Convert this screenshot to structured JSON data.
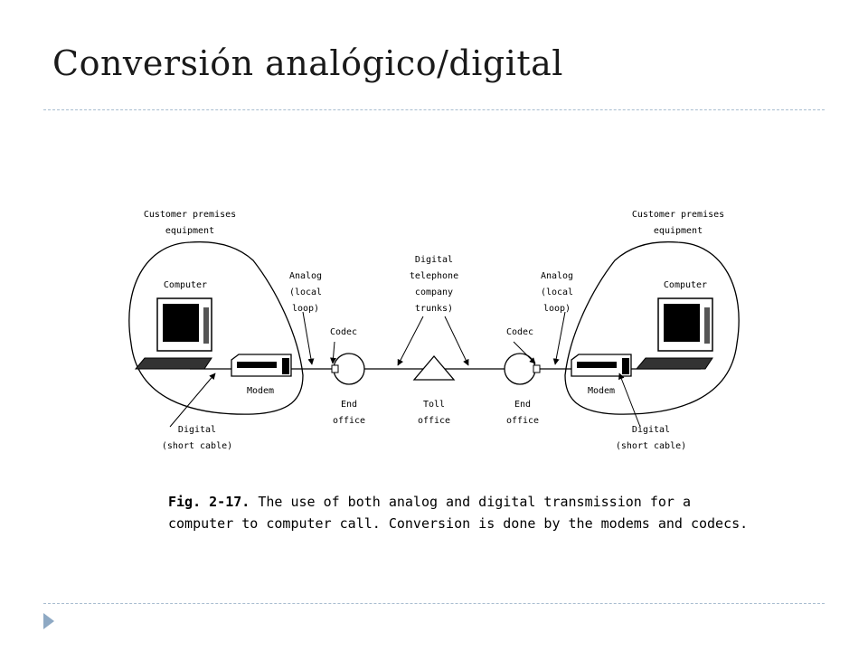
{
  "slide": {
    "title": "Conversión analógico/digital"
  },
  "diagram": {
    "left_premises": [
      "Customer premises",
      "equipment"
    ],
    "right_premises": [
      "Customer premises",
      "equipment"
    ],
    "computer_left": "Computer",
    "computer_right": "Computer",
    "modem_left": "Modem",
    "modem_right": "Modem",
    "analog_left": [
      "Analog",
      "(local",
      "loop)"
    ],
    "analog_right": [
      "Analog",
      "(local",
      "loop)"
    ],
    "codec_left": "Codec",
    "codec_right": "Codec",
    "end_office_left": [
      "End",
      "office"
    ],
    "end_office_right": [
      "End",
      "office"
    ],
    "toll_office": [
      "Toll",
      "office"
    ],
    "trunks": [
      "Digital",
      "telephone",
      "company",
      "trunks)"
    ],
    "digital_left": [
      "Digital",
      "(short cable)"
    ],
    "digital_right": [
      "Digital",
      "(short cable)"
    ]
  },
  "caption": {
    "fig_label": "Fig. 2-17.",
    "text": " The use of both analog and digital transmission for a computer to computer call. Conversion is done by the modems and codecs."
  }
}
